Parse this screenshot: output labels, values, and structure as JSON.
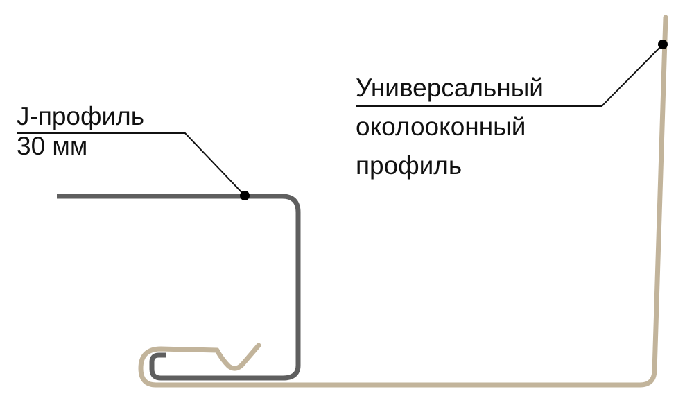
{
  "labels": {
    "j_profile": {
      "line1": "J-профиль",
      "line2": "30 мм"
    },
    "universal_profile": {
      "line1": "Универсальный",
      "line2": "околооконный",
      "line3": "профиль"
    }
  },
  "colors": {
    "j_profile_stroke": "#5f5f5f",
    "universal_profile_stroke": "#c2b49b",
    "leader_line": "#111111",
    "text": "#111111",
    "background": "#ffffff"
  }
}
